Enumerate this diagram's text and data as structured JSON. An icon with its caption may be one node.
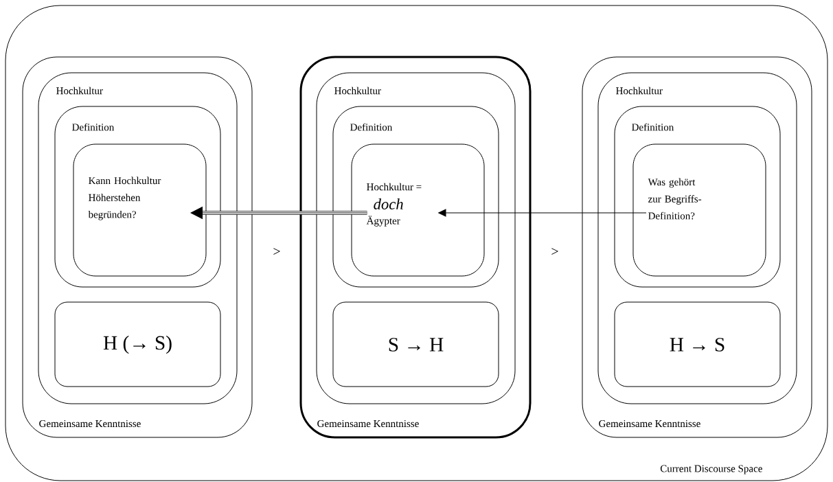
{
  "diagram": {
    "nodes": [
      {
        "text": [
          "Current Discourse Space"
        ]
      },
      {
        "text": [
          "Gemeinsame Kenntnisse"
        ],
        "in": 0
      },
      {
        "text": [
          "Hochkultur"
        ],
        "in": 1
      },
      {
        "text": [
          "Definition"
        ],
        "in": 2
      },
      {
        "text": [
          "Kann Hochkultur Höherstehen begründen?"
        ],
        "in": 3
      },
      {
        "text": [
          "H (→ S)"
        ],
        "in": 2
      },
      {
        "text": [
          "Gemeinsame Kenntnisse"
        ],
        "in": 0
      },
      {
        "text": [
          "Hochkultur"
        ],
        "in": 6
      },
      {
        "text": [
          "Definition"
        ],
        "in": 7
      },
      {
        "text": [
          "Hochkultur =",
          "doch",
          "Ägypter"
        ],
        "in": 8
      },
      {
        "text": [
          "S → H"
        ],
        "in": 7
      },
      {
        "text": [
          "Gemeinsame Kenntnisse"
        ],
        "in": 0
      },
      {
        "text": [
          "Hochkultur"
        ],
        "in": 11
      },
      {
        "text": [
          "Definition"
        ],
        "in": 12
      },
      {
        "text": [
          "Was gehört zur Begriffs-Definition?"
        ],
        "in": 13
      },
      {
        "text": [
          "H → S"
        ],
        "in": 12
      }
    ],
    "edges": [
      {
        "from": 9,
        "to": 4,
        "arrow": "to",
        "style": "thick"
      },
      {
        "from": 14,
        "to": 9,
        "arrow": "to"
      }
    ],
    "labels": [
      ">",
      ">"
    ]
  }
}
